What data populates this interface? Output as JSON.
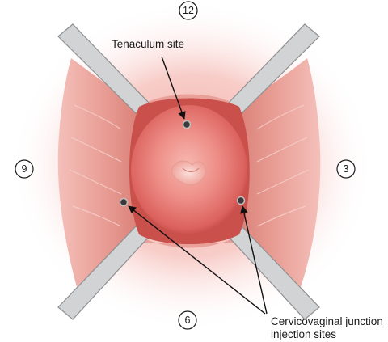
{
  "clock_positions": [
    {
      "id": "twelve",
      "label": "12"
    },
    {
      "id": "three",
      "label": "3"
    },
    {
      "id": "six",
      "label": "6"
    },
    {
      "id": "nine",
      "label": "9"
    }
  ],
  "callouts": {
    "tenaculum": "Tenaculum site",
    "junction_line1": "Cervicovaginal junction",
    "junction_line2": "injection sites"
  },
  "colors": {
    "tissue_glow": "#f3b4ae",
    "vaginal_wall": "#e8958c",
    "cervix": "#e46f6a",
    "os": "#f7c4bd",
    "speculum": "#cfd0d2",
    "marker": "#3a3a3a"
  }
}
